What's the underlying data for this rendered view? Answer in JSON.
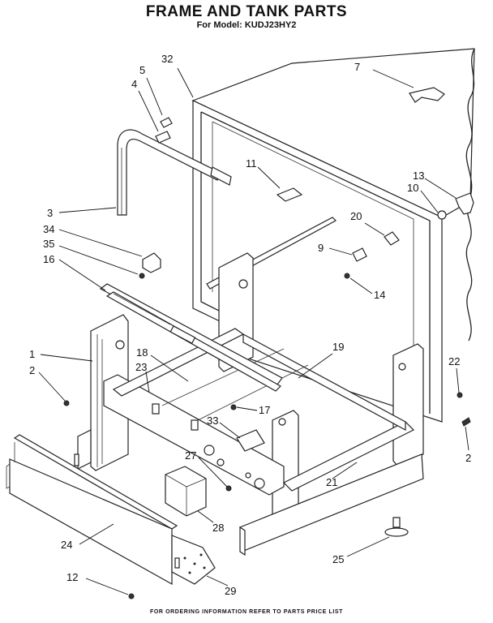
{
  "header": {
    "title": "FRAME AND TANK PARTS",
    "subtitle": "For Model: KUDJ23HY2"
  },
  "footer": {
    "note": "FOR ORDERING INFORMATION REFER TO PARTS PRICE LIST"
  },
  "callouts": [
    {
      "id": "c32",
      "text": "32"
    },
    {
      "id": "c7",
      "text": "7"
    },
    {
      "id": "c5",
      "text": "5"
    },
    {
      "id": "c4",
      "text": "4"
    },
    {
      "id": "c11",
      "text": "11"
    },
    {
      "id": "c13",
      "text": "13"
    },
    {
      "id": "c10",
      "text": "10"
    },
    {
      "id": "c3",
      "text": "3"
    },
    {
      "id": "c20",
      "text": "20"
    },
    {
      "id": "c34",
      "text": "34"
    },
    {
      "id": "c9",
      "text": "9"
    },
    {
      "id": "c35",
      "text": "35"
    },
    {
      "id": "c16",
      "text": "16"
    },
    {
      "id": "c14",
      "text": "14"
    },
    {
      "id": "c1",
      "text": "1"
    },
    {
      "id": "c18",
      "text": "18"
    },
    {
      "id": "c19",
      "text": "19"
    },
    {
      "id": "c22",
      "text": "22"
    },
    {
      "id": "c2a",
      "text": "2"
    },
    {
      "id": "c23",
      "text": "23"
    },
    {
      "id": "c17",
      "text": "17"
    },
    {
      "id": "c33",
      "text": "33"
    },
    {
      "id": "c2b",
      "text": "2"
    },
    {
      "id": "c27",
      "text": "27"
    },
    {
      "id": "c21",
      "text": "21"
    },
    {
      "id": "c28",
      "text": "28"
    },
    {
      "id": "c24",
      "text": "24"
    },
    {
      "id": "c25",
      "text": "25"
    },
    {
      "id": "c12",
      "text": "12"
    },
    {
      "id": "c29",
      "text": "29"
    }
  ]
}
